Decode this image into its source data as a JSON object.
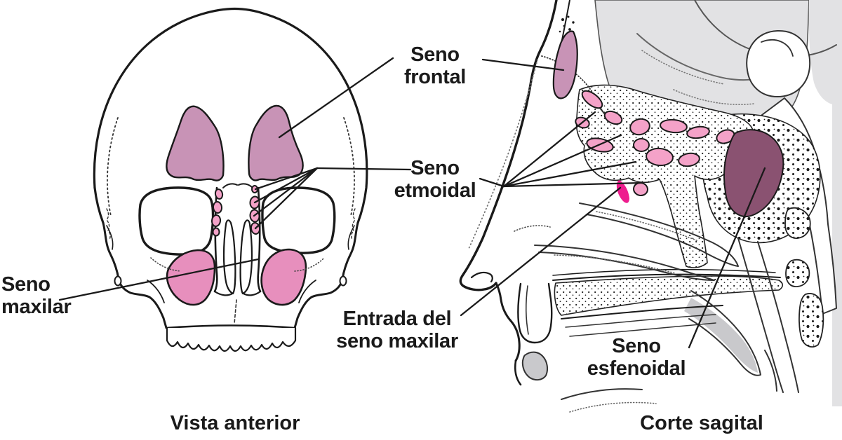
{
  "figure": {
    "title_implicit": "Senos paranasales",
    "labels": {
      "seno_frontal": "Seno\nfrontal",
      "seno_etmoidal": "Seno\netmoidal",
      "seno_maxilar": "Seno\nmaxilar",
      "entrada_seno_maxilar": "Entrada del\nseno maxilar",
      "seno_esfenoidal": "Seno\nesfenoidal"
    },
    "panels": {
      "anterior": {
        "caption": "Vista anterior"
      },
      "sagittal": {
        "caption": "Corte sagital"
      }
    },
    "colors": {
      "frontal-sinus": "#c893b6",
      "maxillary-sinus": "#e78fbd",
      "ethmoid-cell": "#f4a2c8",
      "sphenoid-sinus": "#8a5271",
      "maxillary-entrance": "#ee1d8e",
      "brain-gray": "#e2e2e4",
      "soft-gray": "#c9c9cc",
      "line": "#1a1a1a",
      "background": "#ffffff"
    }
  }
}
